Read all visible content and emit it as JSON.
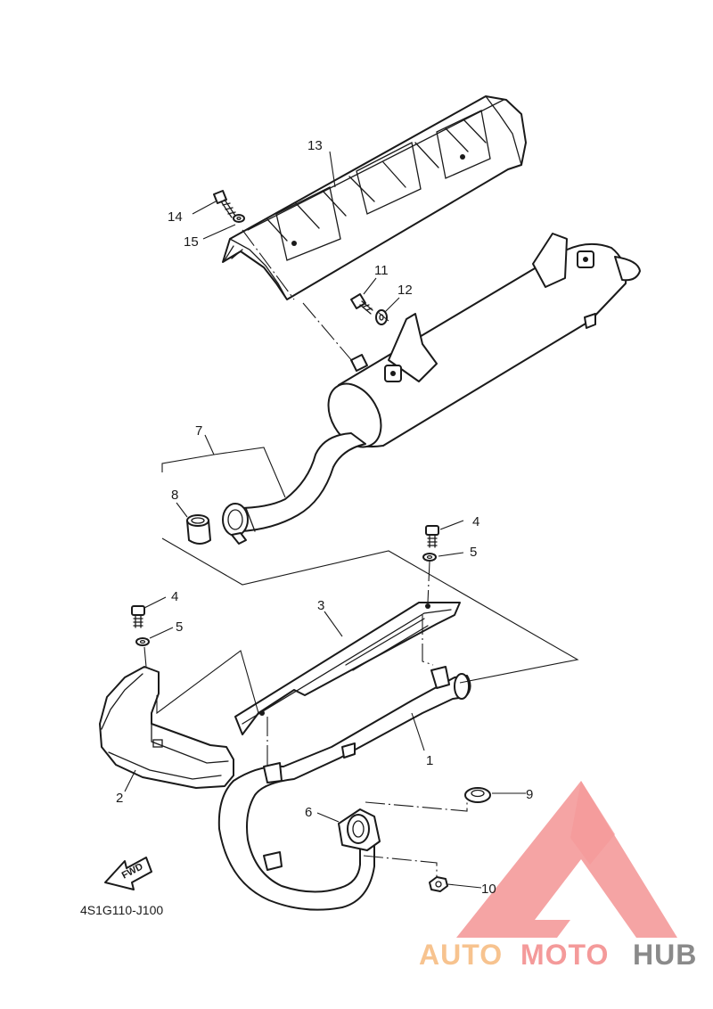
{
  "diagram": {
    "code": "4S1G110-J100",
    "fwd_label": "FWD",
    "callouts": {
      "c1": "1",
      "c2": "2",
      "c3": "3",
      "c4a": "4",
      "c4b": "4",
      "c5a": "5",
      "c5b": "5",
      "c6": "6",
      "c7": "7",
      "c8": "8",
      "c9": "9",
      "c10": "10",
      "c11": "11",
      "c12": "12",
      "c13": "13",
      "c14": "14",
      "c15": "15"
    }
  },
  "watermark": {
    "part1": "AUTO",
    "part2": "MOTO",
    "part3": "HUB",
    "colors": {
      "auto": "#f7c38f",
      "moto": "#f49a9a",
      "hub": "#8a8a8a",
      "logo": "#f49a9a"
    }
  }
}
